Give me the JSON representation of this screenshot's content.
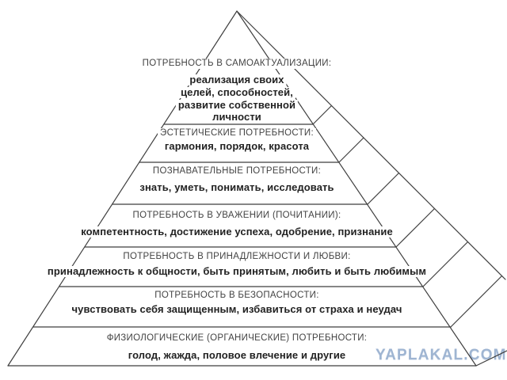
{
  "diagram": {
    "levels": [
      {
        "header": "ПОТРЕБНОСТЬ В САМОАКТУАЛИЗАЦИИ:",
        "description_lines": [
          "реализация своих",
          "целей, способностей,",
          "развитие собственной",
          "личности"
        ]
      },
      {
        "header": "ЭСТЕТИЧЕСКИЕ ПОТРЕБНОСТИ:",
        "description": "гармония, порядок, красота"
      },
      {
        "header": "ПОЗНАВАТЕЛЬНЫЕ ПОТРЕБНОСТИ:",
        "description": "знать, уметь, понимать, исследовать"
      },
      {
        "header": "ПОТРЕБНОСТЬ В УВАЖЕНИИ (ПОЧИТАНИИ):",
        "description": "компетентность, достижение успеха, одобрение, признание"
      },
      {
        "header": "ПОТРЕБНОСТЬ В ПРИНАДЛЕЖНОСТИ И ЛЮБВИ:",
        "description": "принадлежность к общности, быть принятым, любить и быть любимым"
      },
      {
        "header": "ПОТРЕБНОСТЬ В БЕЗОПАСНОСТИ:",
        "description": "чувствовать себя защищенным, избавиться от страха и неудач"
      },
      {
        "header": "ФИЗИОЛОГИЧЕСКИЕ (ОРГАНИЧЕСКИЕ) ПОТРЕБНОСТИ:",
        "description": "голод, жажда, половое влечение и другие"
      }
    ]
  },
  "watermark": {
    "text": "YAPLAKAL.COM",
    "color": "#9fb5d2"
  },
  "colors": {
    "background": "#ffffff",
    "line": "#3f3f3f",
    "header_text": "#434343",
    "description_text": "#222222"
  }
}
